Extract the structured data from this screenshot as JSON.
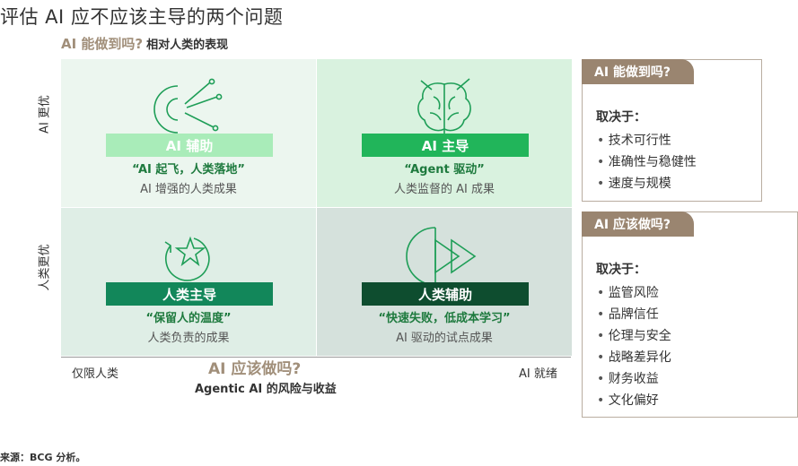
{
  "title": "评估 AI 应不应该主导的两个问题",
  "y_axis": {
    "question": "AI 能做到吗?",
    "subtitle": "相对人类的表现",
    "top_label": "AI 更优",
    "bottom_label": "人类更优"
  },
  "x_axis": {
    "question": "AI 应该做吗?",
    "subtitle": "Agentic AI 的风险与收益",
    "left_label": "仅限人类",
    "right_label": "AI 就绪"
  },
  "quadrants": {
    "top_left": {
      "tag": "AI 辅助",
      "quote": "“AI 起飞，人类落地”",
      "desc": "AI 增强的人类成果",
      "icon": "radial-network-icon",
      "tag_color": "#a9ecb9"
    },
    "top_right": {
      "tag": "AI 主导",
      "quote": "“Agent 驱动”",
      "desc": "人类监督的 AI 成果",
      "icon": "brain-icon",
      "tag_color": "#21b55a"
    },
    "bottom_left": {
      "tag": "人类主导",
      "quote": "“保留人的温度”",
      "desc": "人类负责的成果",
      "icon": "star-cycle-icon",
      "tag_color": "#12875a"
    },
    "bottom_right": {
      "tag": "人类辅助",
      "quote": "“快速失败，低成本学习”",
      "desc": "AI 驱动的试点成果",
      "icon": "fast-forward-icon",
      "tag_color": "#0e4d2f"
    }
  },
  "panels": {
    "can": {
      "header": "AI 能做到吗?",
      "depends": "取决于：",
      "items": [
        "技术可行性",
        "准确性与稳健性",
        "速度与规模"
      ]
    },
    "should": {
      "header": "AI 应该做吗?",
      "depends": "取决于：",
      "items": [
        "监管风险",
        "品牌信任",
        "伦理与安全",
        "战略差异化",
        "财务收益",
        "文化偏好"
      ]
    }
  },
  "source": "来源：BCG 分析。",
  "colors": {
    "accent_brown": "#a18f7a",
    "panel_header": "#9a8570",
    "quote_green": "#1e7a3e",
    "icon_green": "#1e9e57"
  }
}
